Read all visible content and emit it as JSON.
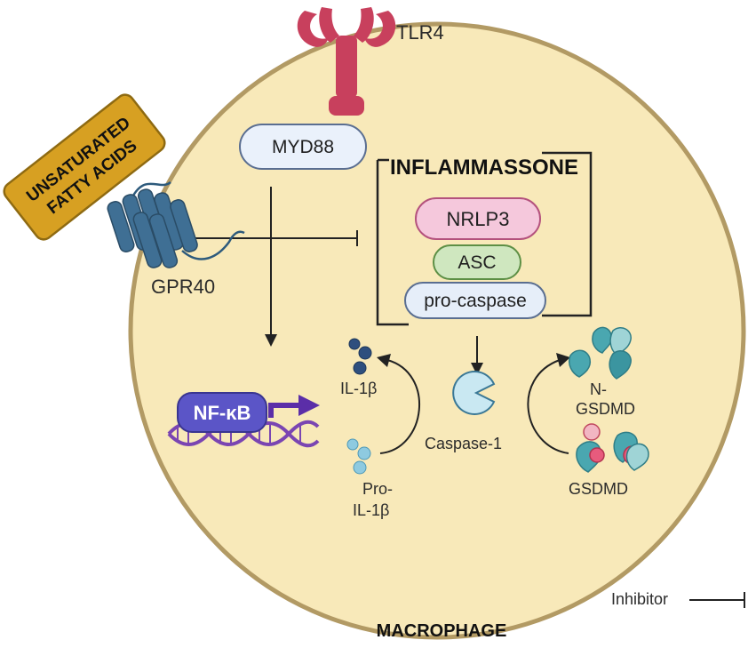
{
  "cell_label": "MACROPHAGE",
  "receptor_tlr4": "TLR4",
  "receptor_gpr40": "GPR40",
  "ligand_badge": {
    "line1": "UNSATURATED",
    "line2": "FATTY ACIDS"
  },
  "adaptor": "MYD88",
  "inflammasome": {
    "title": "INFLAMMASSONE",
    "components": [
      "NRLP3",
      "ASC",
      "pro-caspase"
    ]
  },
  "transcription_factor": "NF-κB",
  "cytokine_mature": "IL-1β",
  "cytokine_pro": {
    "line1": "Pro-",
    "line2": "IL-1β"
  },
  "caspase": "Caspase-1",
  "gsdmd_n": {
    "line1": "N-",
    "line2": "GSDMD"
  },
  "gsdmd": "GSDMD",
  "legend": {
    "inhibitor": "Inhibitor"
  },
  "colors": {
    "cell_fill": "#f8e9b9",
    "cell_stroke": "#b29a64",
    "badge_fill": "#d7a022",
    "receptor_tlr4": "#c8405d",
    "receptor_gpr40": "#3f6f94",
    "myd88_fill": "#eaf1fb",
    "nlrp3_fill": "#f5c8dc",
    "asc_fill": "#cfe7bf",
    "procaspase_fill": "#e6eef9",
    "nfkb_fill": "#5b55c7",
    "dna": "#7a45b2"
  }
}
